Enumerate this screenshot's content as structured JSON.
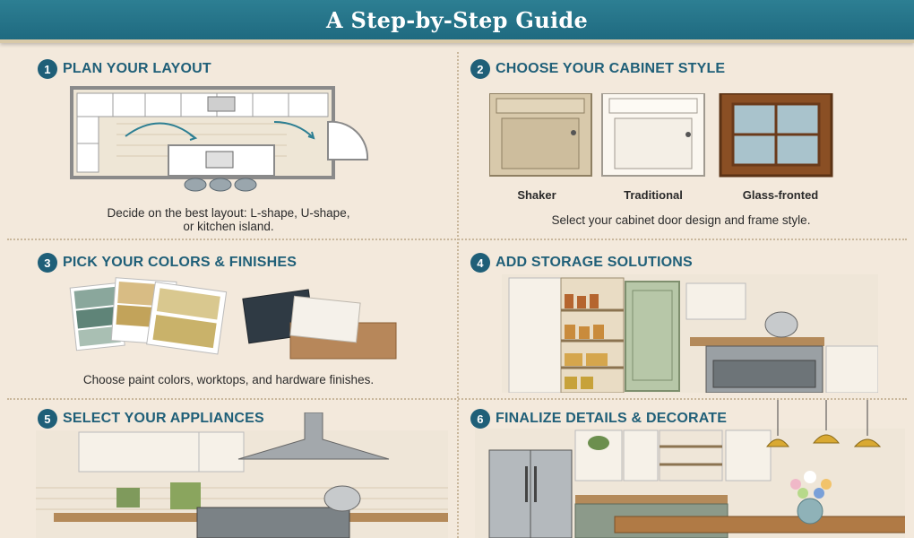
{
  "header": {
    "title": "A Step-by-Step Guide"
  },
  "steps": [
    {
      "number": "1",
      "title": "PLAN YOUR LAYOUT",
      "caption_line1": "Decide on the best layout: L-shape, U-shape,",
      "caption_line2": "or kitchen island."
    },
    {
      "number": "2",
      "title": "CHOOSE YOUR CABINET STYLE",
      "caption": "Select your cabinet door design and frame style.",
      "styles": [
        "Shaker",
        "Traditional",
        "Glass-fronted"
      ]
    },
    {
      "number": "3",
      "title": "PICK YOUR COLORS & FINISHES",
      "caption": "Choose paint colors, worktops, and hardware finishes."
    },
    {
      "number": "4",
      "title": "ADD STORAGE SOLUTIONS"
    },
    {
      "number": "5",
      "title": "SELECT YOUR APPLIANCES"
    },
    {
      "number": "6",
      "title": "FINALIZE DETAILS & DECORATE"
    }
  ],
  "colors": {
    "banner": "#1f6a80",
    "title_text": "#1f5f78",
    "background": "#f3e9dc"
  }
}
